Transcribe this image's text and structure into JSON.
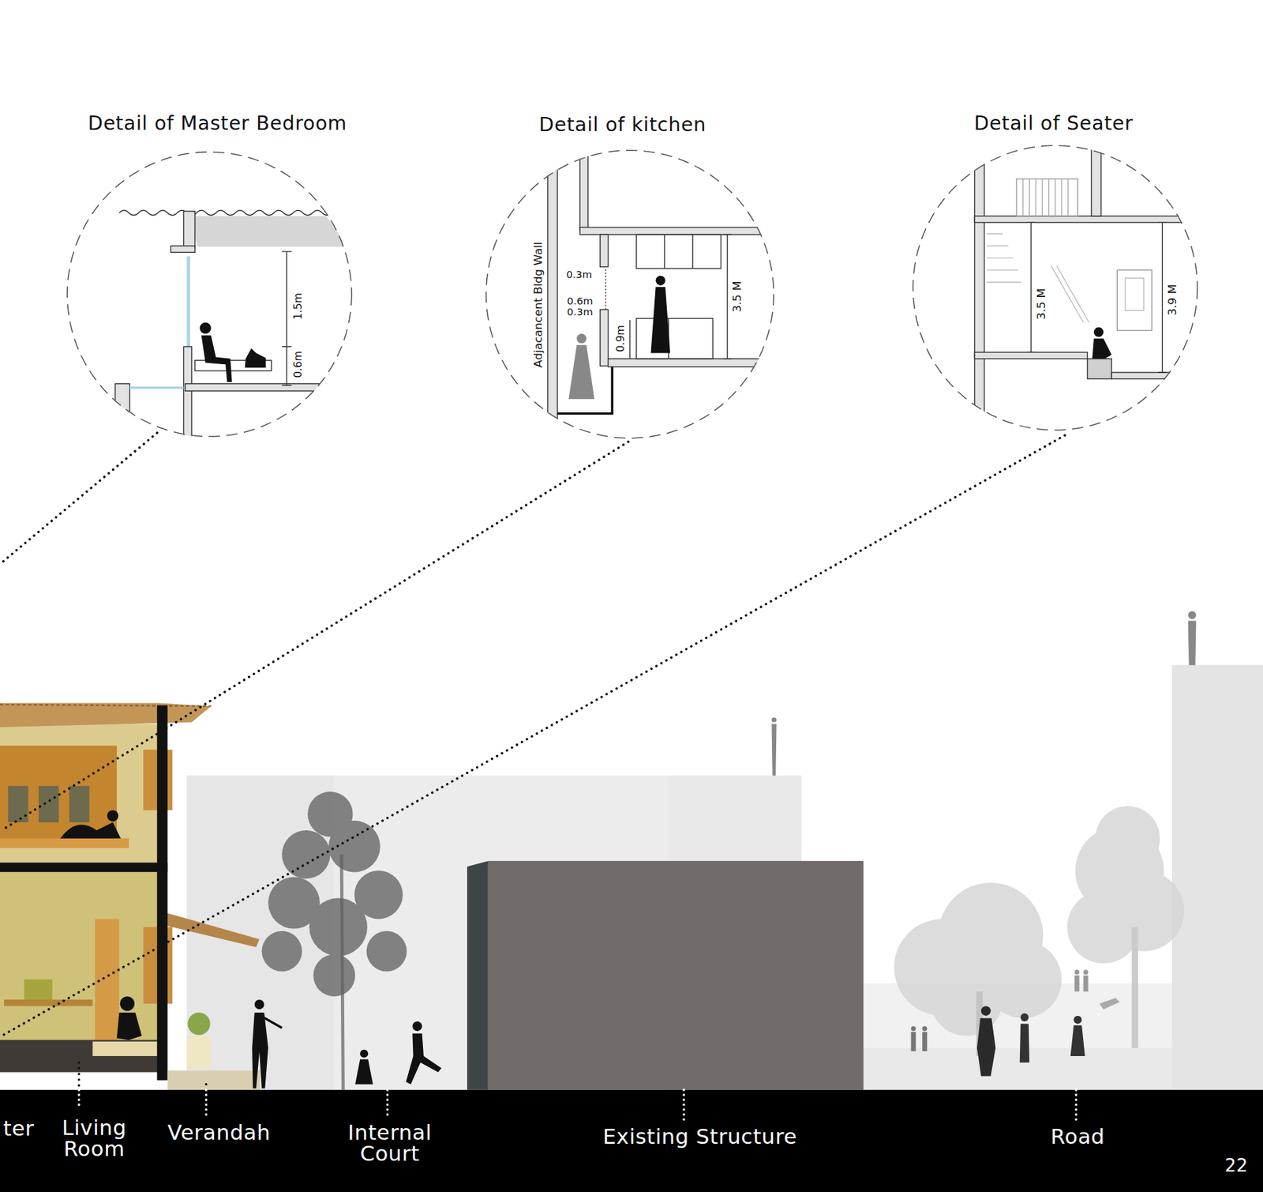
{
  "diagram": {
    "nodes": [
      {
        "text": [
          "Detail of Master Bedroom",
          "1.5m",
          "0.6m"
        ]
      },
      {
        "text": [
          "Detail of kitchen",
          "Adjacancent Bldg Wall",
          "0.3m",
          "0.6m",
          "0.3m",
          "0.9m",
          "3.5 M"
        ]
      },
      {
        "text": [
          "Detail of Seater",
          "3.5 M",
          "3.9 M"
        ]
      },
      {
        "text": [
          "ter",
          "Living Room",
          "Verandah",
          "Internal Court",
          "Existing Structure",
          "Road",
          "22"
        ]
      }
    ]
  }
}
